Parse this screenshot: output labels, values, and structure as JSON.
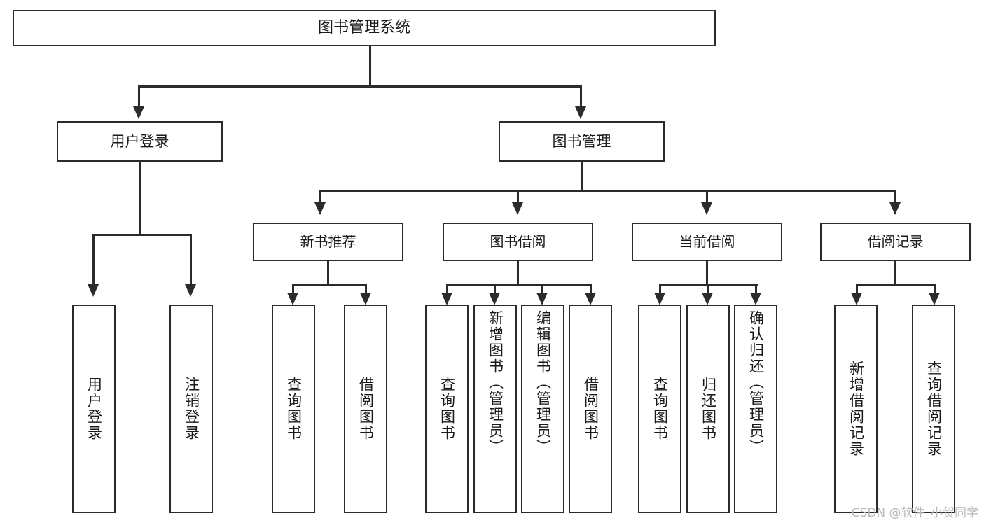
{
  "diagram": {
    "kind": "tree-hierarchy",
    "title": "图书管理系统",
    "background_color": "#ffffff",
    "line_color": "#2b2b2b",
    "box_fill": "#ffffff",
    "watermark": "CSDN @软件_小贺同学"
  },
  "root": {
    "label": "图书管理系统"
  },
  "level1": [
    {
      "label": "用户登录"
    },
    {
      "label": "图书管理"
    }
  ],
  "level2": [
    {
      "label": "新书推荐"
    },
    {
      "label": "图书借阅"
    },
    {
      "label": "当前借阅"
    },
    {
      "label": "借阅记录"
    }
  ],
  "leaves": {
    "user_login": [
      {
        "label": "用户登录"
      },
      {
        "label": "注销登录"
      }
    ],
    "new_book_recommend": [
      {
        "label": "查询图书"
      },
      {
        "label": "借阅图书"
      }
    ],
    "book_borrow": [
      {
        "label": "查询图书"
      },
      {
        "label": "新增图书（管理员）"
      },
      {
        "label": "编辑图书（管理员）"
      },
      {
        "label": "借阅图书"
      }
    ],
    "current_borrow": [
      {
        "label": "查询图书"
      },
      {
        "label": "归还图书"
      },
      {
        "label": "确认归还（管理员）"
      }
    ],
    "borrow_record": [
      {
        "label": "新增借阅记录"
      },
      {
        "label": "查询借阅记录"
      }
    ]
  }
}
